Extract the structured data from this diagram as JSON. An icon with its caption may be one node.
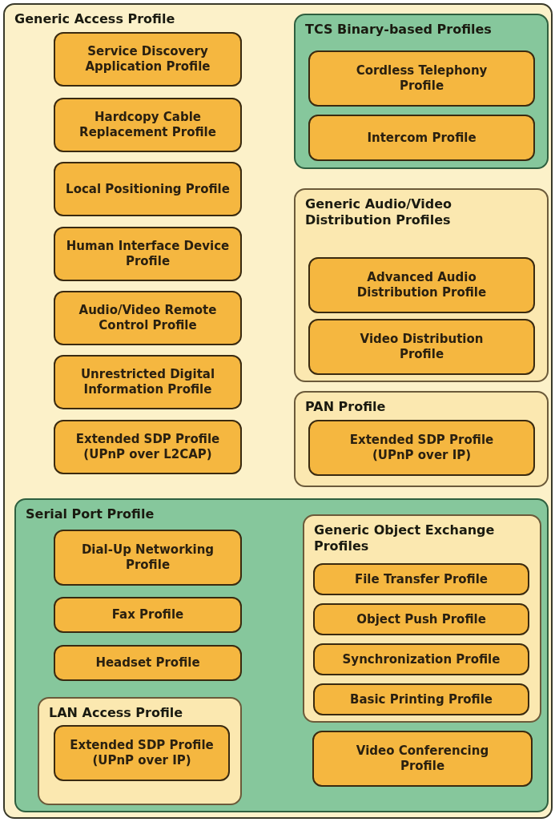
{
  "diagram": {
    "nodes": [
      {
        "text": [
          "Generic Access Profile"
        ]
      },
      {
        "text": [
          "Service Discovery Application Profile"
        ],
        "in": 0
      },
      {
        "text": [
          "Hardcopy Cable Replacement Profile"
        ],
        "in": 0
      },
      {
        "text": [
          "Local Positioning Profile"
        ],
        "in": 0
      },
      {
        "text": [
          "Human Interface Device Profile"
        ],
        "in": 0
      },
      {
        "text": [
          "Audio/Video Remote Control Profile"
        ],
        "in": 0
      },
      {
        "text": [
          "Unrestricted Digital Information Profile"
        ],
        "in": 0
      },
      {
        "text": [
          "Extended SDP Profile (UPnP over L2CAP)"
        ],
        "in": 0
      },
      {
        "text": [
          "TCS Binary-based Profiles"
        ],
        "in": 0
      },
      {
        "text": [
          "Cordless Telephony Profile"
        ],
        "in": 8
      },
      {
        "text": [
          "Intercom Profile"
        ],
        "in": 8
      },
      {
        "text": [
          "Generic Audio/Video Distribution Profiles"
        ],
        "in": 0
      },
      {
        "text": [
          "Advanced Audio Distribution Profile"
        ],
        "in": 11
      },
      {
        "text": [
          "Video Distribution Profile"
        ],
        "in": 11
      },
      {
        "text": [
          "PAN Profile"
        ],
        "in": 0
      },
      {
        "text": [
          "Extended SDP Profile (UPnP over IP)"
        ],
        "in": 14
      },
      {
        "text": [
          "Serial Port Profile"
        ],
        "in": 0
      },
      {
        "text": [
          "Dial-Up Networking Profile"
        ],
        "in": 16
      },
      {
        "text": [
          "Fax Profile"
        ],
        "in": 16
      },
      {
        "text": [
          "Headset Profile"
        ],
        "in": 16
      },
      {
        "text": [
          "LAN Access Profile"
        ],
        "in": 16
      },
      {
        "text": [
          "Extended SDP Profile (UPnP over IP)"
        ],
        "in": 20
      },
      {
        "text": [
          "Generic Object Exchange Profiles"
        ],
        "in": 16
      },
      {
        "text": [
          "File Transfer Profile"
        ],
        "in": 22
      },
      {
        "text": [
          "Object Push Profile"
        ],
        "in": 22
      },
      {
        "text": [
          "Synchronization Profile"
        ],
        "in": 22
      },
      {
        "text": [
          "Basic Printing Profile"
        ],
        "in": 22
      },
      {
        "text": [
          "Video Conferencing Profile"
        ],
        "in": 16
      }
    ],
    "edges": []
  }
}
